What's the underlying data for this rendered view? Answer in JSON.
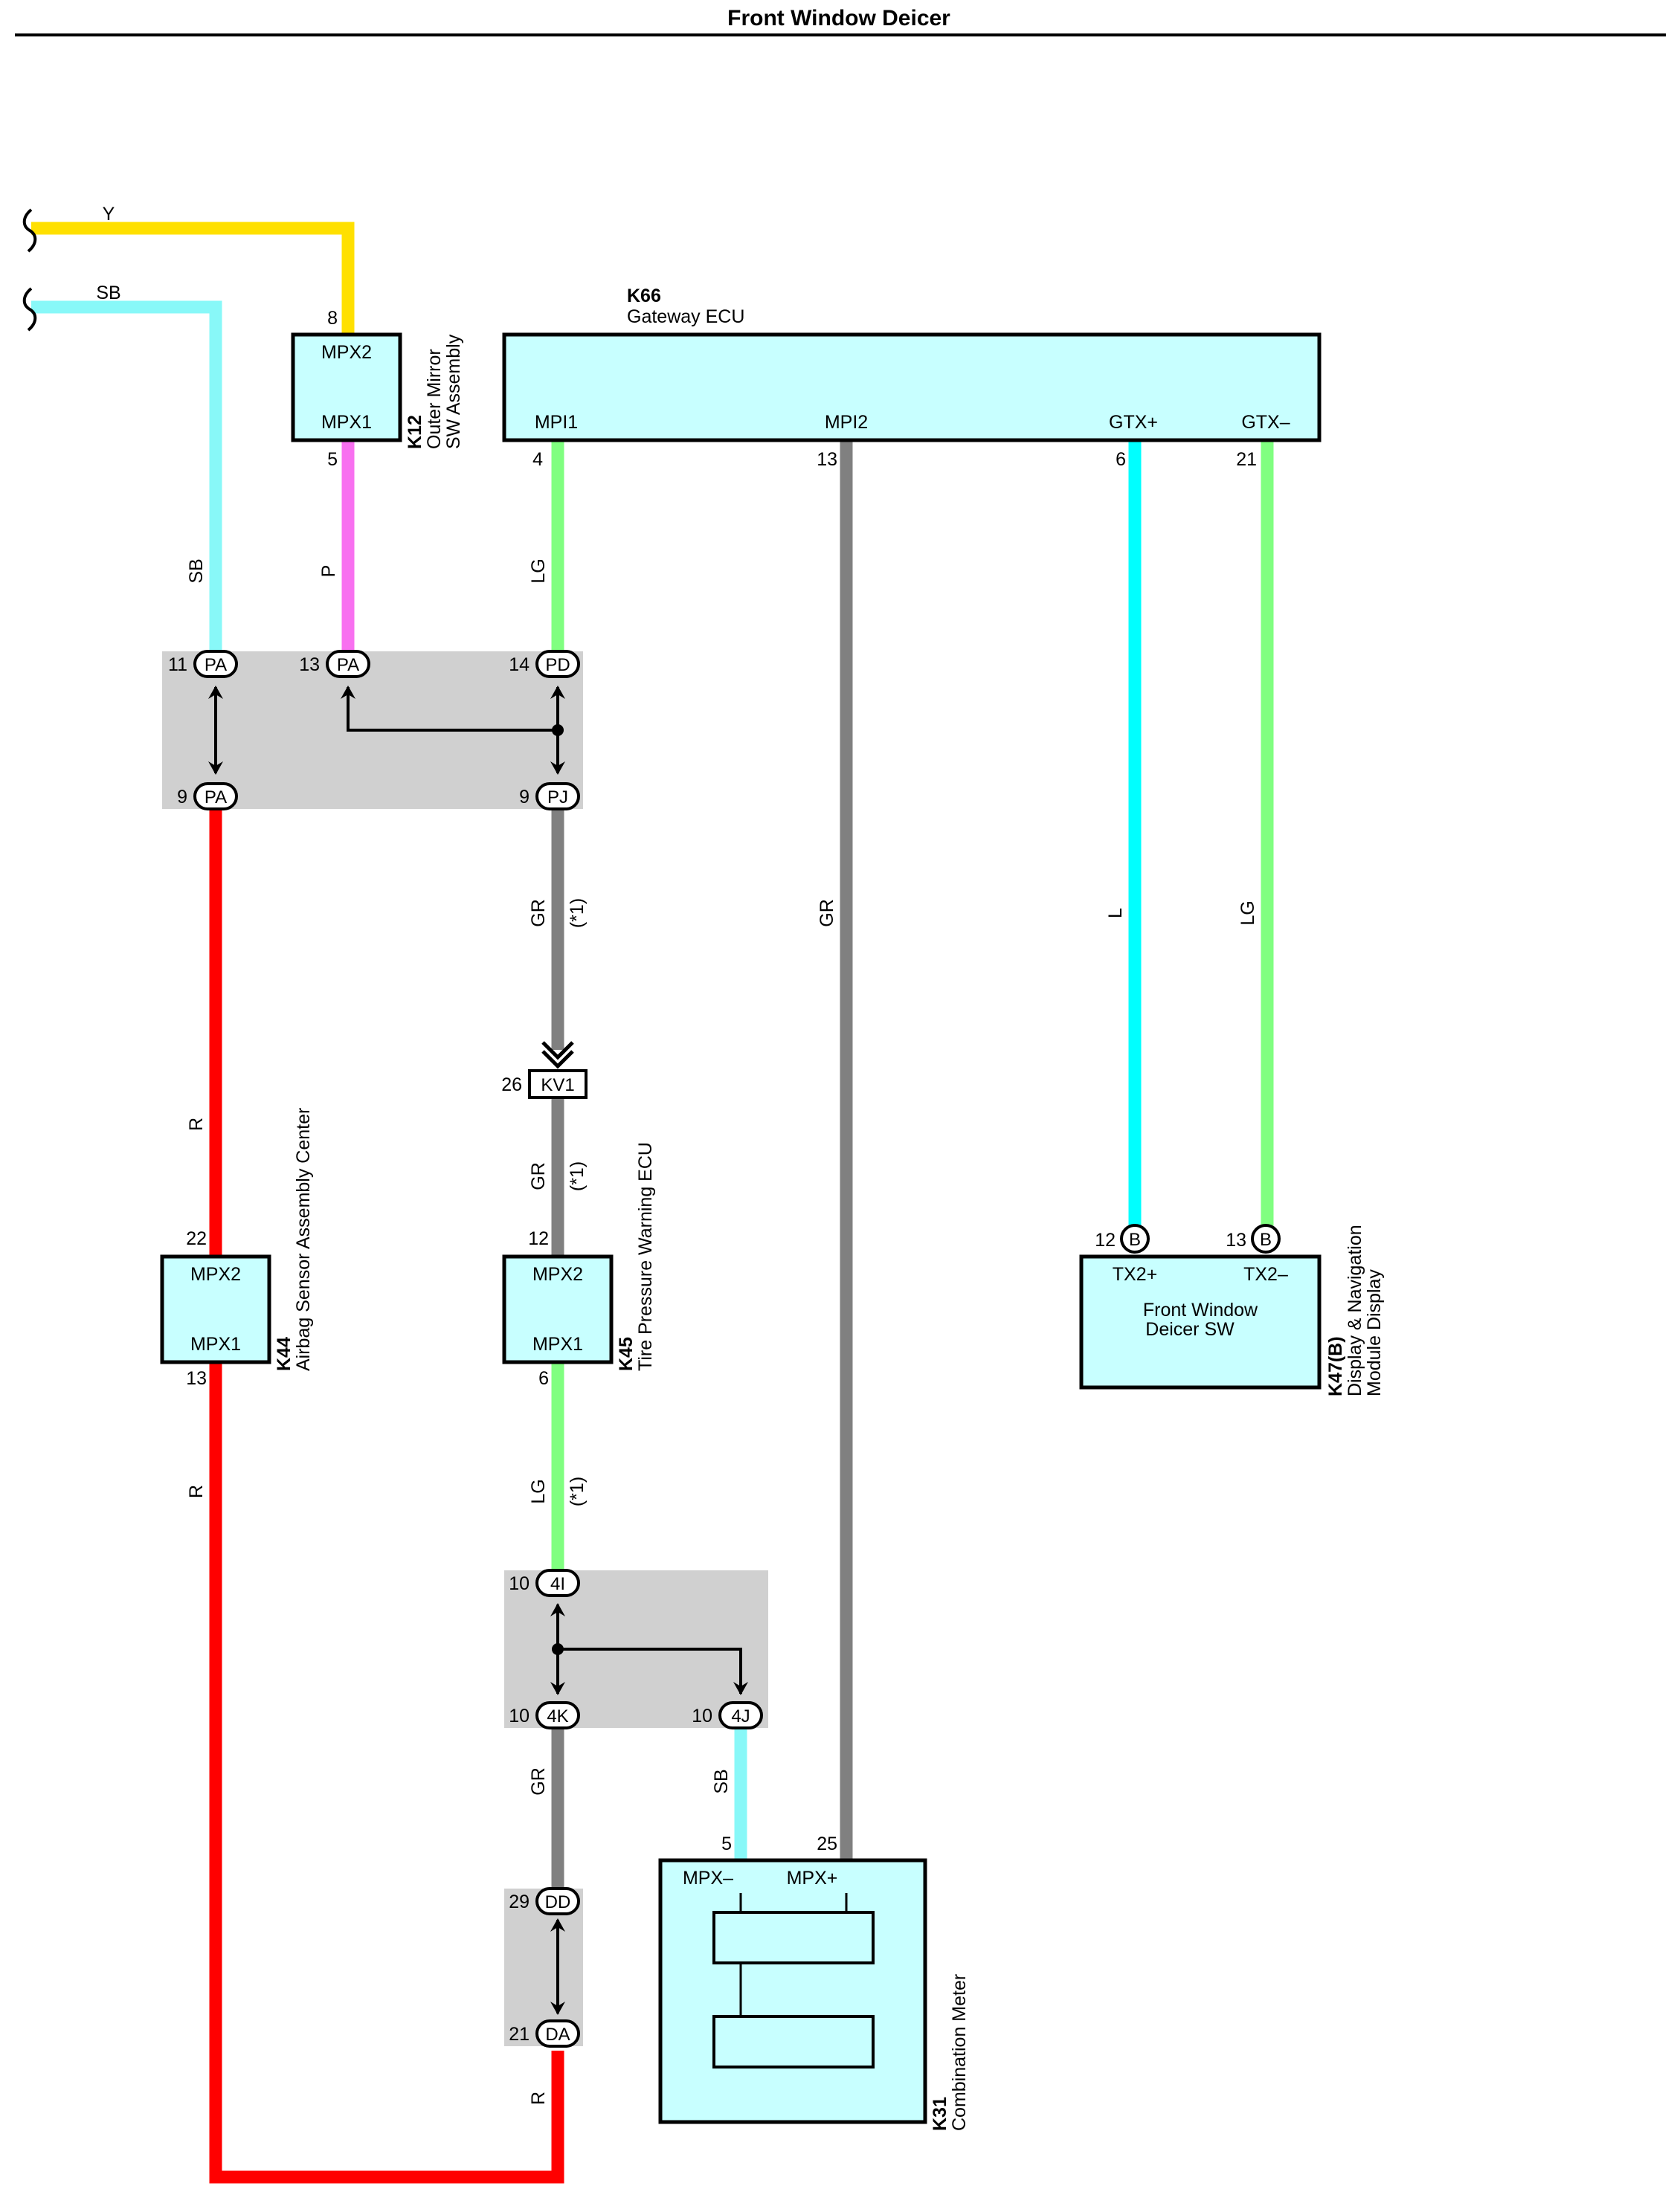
{
  "title": "Front Window Deicer",
  "wire_colors": {
    "Y": "#ffe000",
    "SB": "#88f8f8",
    "P": "#f870f0",
    "LG": "#80ff80",
    "GR": "#808080",
    "L": "#00ffff",
    "R": "#ff0000"
  },
  "component_fill": "#c8ffff",
  "junction_fill": "#d0d0d0",
  "components": {
    "k66": {
      "code": "K66",
      "name": "Gateway ECU",
      "pins": {
        "mpi1": "MPI1",
        "mpi2": "MPI2",
        "gtxp": "GTX+",
        "gtxm": "GTX–"
      },
      "pin_nums": {
        "mpi1": "4",
        "mpi2": "13",
        "gtxp": "6",
        "gtxm": "21"
      }
    },
    "k12": {
      "code": "K12",
      "name_line1": "Outer Mirror",
      "name_line2": "SW Assembly",
      "pins": {
        "top": "MPX2",
        "bottom": "MPX1"
      },
      "pin_nums": {
        "top": "8",
        "bottom": "5"
      }
    },
    "k44": {
      "code": "K44",
      "name": "Airbag Sensor Assembly Center",
      "pins": {
        "top": "MPX2",
        "bottom": "MPX1"
      },
      "pin_nums": {
        "top": "22",
        "bottom": "13"
      }
    },
    "k45": {
      "code": "K45",
      "name": "Tire Pressure Warning ECU",
      "pins": {
        "top": "MPX2",
        "bottom": "MPX1"
      },
      "pin_nums": {
        "top": "12",
        "bottom": "6"
      }
    },
    "k47": {
      "code": "K47(B)",
      "name_line1": "Display & Navigation",
      "name_line2": "Module Display",
      "pins": {
        "a": "TX2+",
        "b": "TX2–"
      },
      "pin_nums": {
        "a": "12",
        "b": "13"
      },
      "conn": {
        "a": "B",
        "b": "B"
      },
      "inner_line1": "Front Window",
      "inner_line2": "Deicer SW"
    },
    "k31": {
      "code": "K31",
      "name": "Combination Meter",
      "pins": {
        "a": "MPX–",
        "b": "MPX+"
      },
      "pin_nums": {
        "a": "5",
        "b": "25"
      }
    }
  },
  "connectors": {
    "pa11": {
      "id": "PA",
      "pin": "11"
    },
    "pa13": {
      "id": "PA",
      "pin": "13"
    },
    "pd14": {
      "id": "PD",
      "pin": "14"
    },
    "pa9": {
      "id": "PA",
      "pin": "9"
    },
    "pj9": {
      "id": "PJ",
      "pin": "9"
    },
    "kv1": {
      "id": "KV1",
      "pin": "26"
    },
    "j4i": {
      "id": "4I",
      "pin": "10"
    },
    "j4k": {
      "id": "4K",
      "pin": "10"
    },
    "j4j": {
      "id": "4J",
      "pin": "10"
    },
    "dd": {
      "id": "DD",
      "pin": "29"
    },
    "da": {
      "id": "DA",
      "pin": "21"
    }
  },
  "wire_labels": {
    "y": "Y",
    "sb_top": "SB",
    "sb_vert": "SB",
    "p": "P",
    "lg1": "LG",
    "gr_mpi2": "GR",
    "l": "L",
    "lg_gtx": "LG",
    "gr_pj": "GR",
    "gr_kv1": "GR",
    "lg_k45": "LG",
    "r1": "R",
    "r2": "R",
    "gr_4k": "GR",
    "sb_4j": "SB",
    "r_da": "R"
  },
  "note": "(*1)"
}
